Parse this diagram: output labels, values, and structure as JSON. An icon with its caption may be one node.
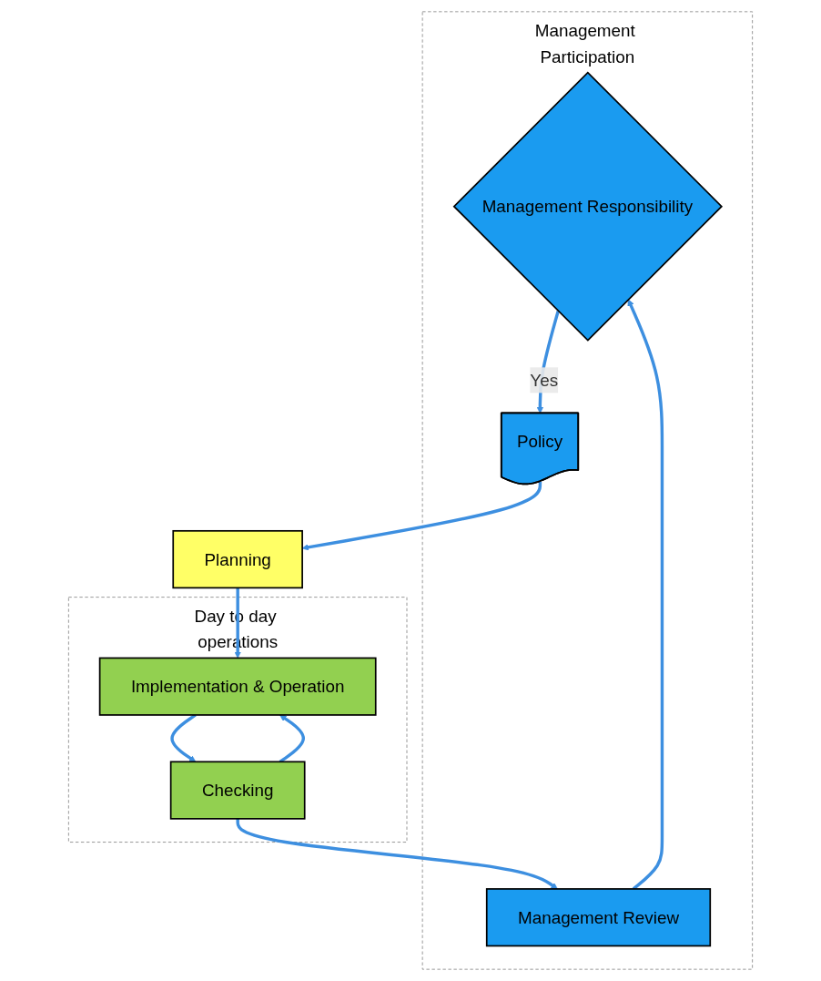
{
  "diagram": {
    "nodes": [
      {
        "text": [
          "Management Participation"
        ]
      },
      {
        "text": [
          "Management Responsibility"
        ],
        "in": 0
      },
      {
        "text": [
          "Management Review"
        ],
        "in": 0
      },
      {
        "text": [
          "Policy"
        ],
        "in": 0
      },
      {
        "text": [
          "Planning"
        ]
      },
      {
        "text": [
          "Day to day operations"
        ]
      },
      {
        "text": [
          "Checking"
        ],
        "in": 5
      },
      {
        "text": [
          "Implementation & Operation"
        ],
        "in": 5
      }
    ],
    "edges": [
      {
        "from": 2,
        "to": 1,
        "arrow": "to"
      },
      {
        "from": 1,
        "to": 3,
        "arrow": "to",
        "label": "Yes"
      },
      {
        "from": 3,
        "to": 4,
        "arrow": "to"
      },
      {
        "from": 4,
        "to": 7,
        "arrow": "to"
      },
      {
        "from": 7,
        "to": 6,
        "arrow": "to"
      },
      {
        "from": 6,
        "to": 7,
        "arrow": "to"
      },
      {
        "from": 6,
        "to": 2,
        "arrow": "to"
      }
    ]
  }
}
